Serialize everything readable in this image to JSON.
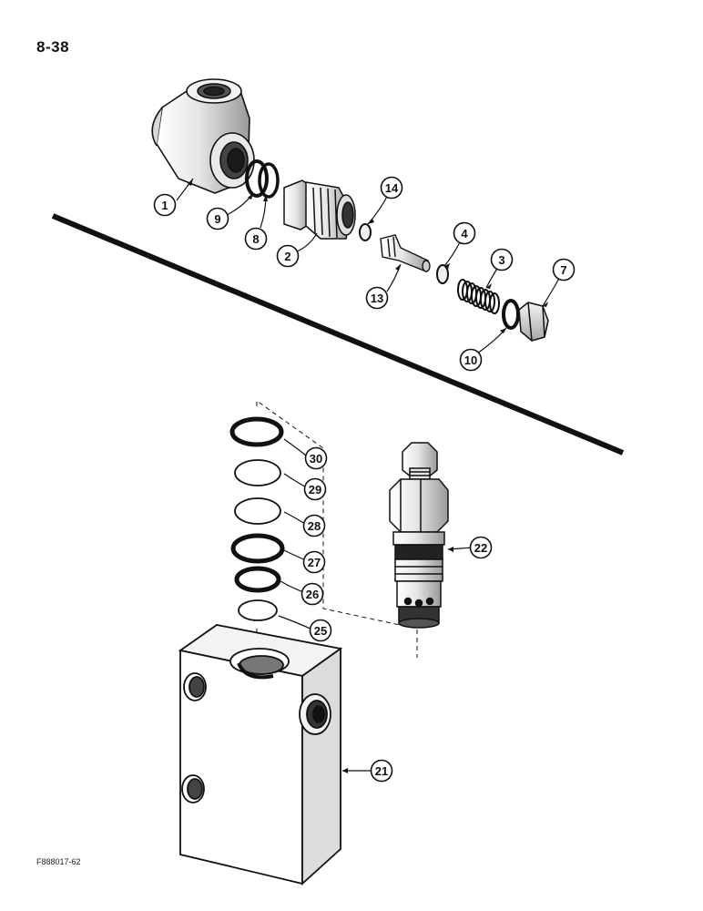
{
  "page_number": "8-38",
  "figure_code": "F888017-62",
  "colors": {
    "ink": "#111111",
    "paper": "#ffffff",
    "shade": "#cfcfcf"
  },
  "callouts": [
    "1",
    "9",
    "8",
    "2",
    "14",
    "13",
    "4",
    "3",
    "7",
    "10",
    "30",
    "29",
    "28",
    "27",
    "26",
    "25",
    "22",
    "21"
  ]
}
